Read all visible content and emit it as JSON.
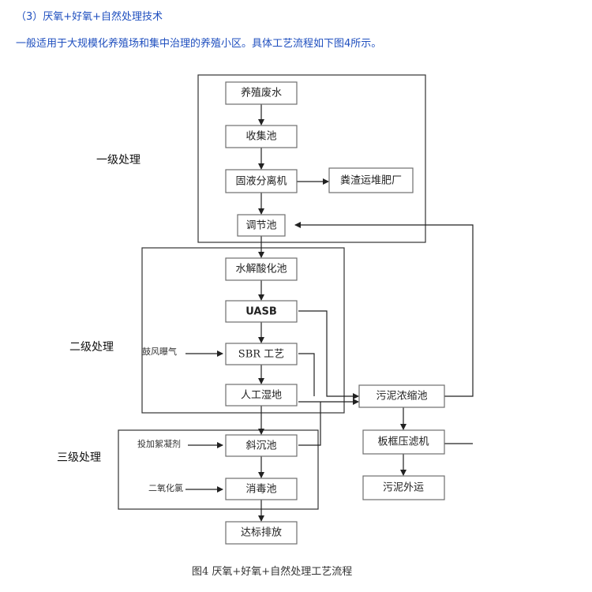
{
  "header": {
    "title": "（3）厌氧+好氧+自然处理技术",
    "description": "一般适用于大规模化养殖场和集中治理的养殖小区。具体工艺流程如下图4所示。"
  },
  "stages": {
    "level1": "一级处理",
    "level2": "二级处理",
    "level3": "三级处理"
  },
  "boxes": {
    "wastewater": "养殖废水",
    "collection_tank": "收集池",
    "separator": "固液分离机",
    "manure": "粪渣运堆肥厂",
    "regulating_tank": "调节池",
    "hydrolysis_tank": "水解酸化池",
    "uasb": "UASB",
    "sbr": "SBR 工艺",
    "wetland": "人工湿地",
    "settling_tank": "斜沉池",
    "disinfection_tank": "消毒池",
    "discharge": "达标排放",
    "sludge_thickening": "污泥浓缩池",
    "filter_press": "板框压滤机",
    "sludge_out": "污泥外运"
  },
  "side_inputs": {
    "aeration": "鼓风曝气",
    "flocculant": "投加絮凝剂",
    "chlorine_dioxide": "二氧化氯"
  },
  "caption": "图4  厌氧+好氧+自然处理工艺流程"
}
